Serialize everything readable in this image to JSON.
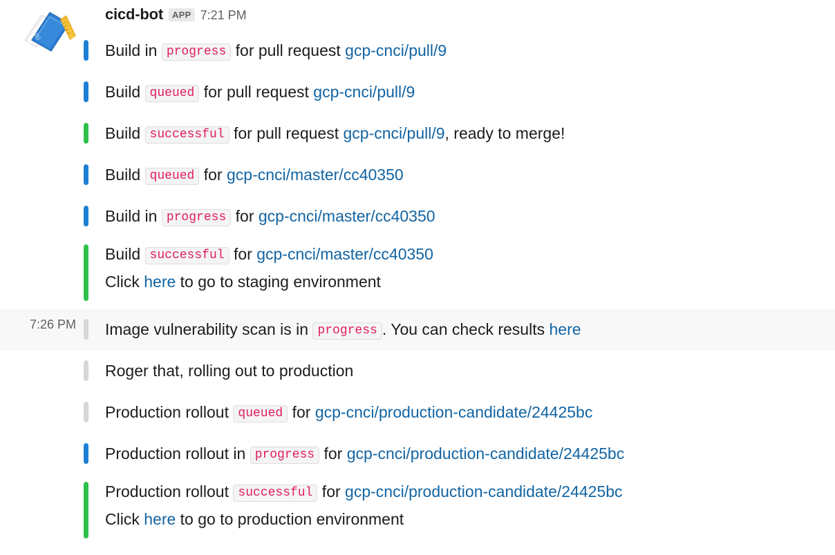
{
  "header": {
    "username": "cicd-bot",
    "app_badge": "APP",
    "time": "7:21 PM",
    "avatar_icon": "notebook-emoji"
  },
  "colors": {
    "bar_blue": "#1d7fd4",
    "bar_green": "#2fc14c",
    "bar_gray": "#d6d6d6",
    "link": "#1264a3",
    "code_text": "#e01e5a",
    "code_bg": "#f4f4f4",
    "highlight_bg": "#f8f8f8",
    "text": "#1d1c1d",
    "meta_text": "#616061"
  },
  "messages": [
    {
      "id": "build-in-progress-pr",
      "bar": "blue",
      "time": "",
      "highlight": false,
      "lines": [
        [
          {
            "t": "text",
            "v": "Build in "
          },
          {
            "t": "code",
            "v": "progress"
          },
          {
            "t": "text",
            "v": " for pull request "
          },
          {
            "t": "link",
            "v": "gcp-cnci/pull/9"
          }
        ]
      ]
    },
    {
      "id": "build-queued-pr",
      "bar": "blue",
      "time": "",
      "highlight": false,
      "lines": [
        [
          {
            "t": "text",
            "v": "Build "
          },
          {
            "t": "code",
            "v": "queued"
          },
          {
            "t": "text",
            "v": " for pull request "
          },
          {
            "t": "link",
            "v": "gcp-cnci/pull/9"
          }
        ]
      ]
    },
    {
      "id": "build-successful-pr",
      "bar": "green",
      "time": "",
      "highlight": false,
      "lines": [
        [
          {
            "t": "text",
            "v": "Build "
          },
          {
            "t": "code",
            "v": "successful"
          },
          {
            "t": "text",
            "v": " for pull request "
          },
          {
            "t": "link",
            "v": "gcp-cnci/pull/9"
          },
          {
            "t": "text",
            "v": ", ready to merge!"
          }
        ]
      ]
    },
    {
      "id": "build-queued-master",
      "bar": "blue",
      "time": "",
      "highlight": false,
      "lines": [
        [
          {
            "t": "text",
            "v": "Build "
          },
          {
            "t": "code",
            "v": "queued"
          },
          {
            "t": "text",
            "v": " for "
          },
          {
            "t": "link",
            "v": "gcp-cnci/master/cc40350"
          }
        ]
      ]
    },
    {
      "id": "build-in-progress-master",
      "bar": "blue",
      "time": "",
      "highlight": false,
      "lines": [
        [
          {
            "t": "text",
            "v": "Build in "
          },
          {
            "t": "code",
            "v": "progress"
          },
          {
            "t": "text",
            "v": " for "
          },
          {
            "t": "link",
            "v": "gcp-cnci/master/cc40350"
          }
        ]
      ]
    },
    {
      "id": "build-successful-master",
      "bar": "green",
      "time": "",
      "highlight": false,
      "lines": [
        [
          {
            "t": "text",
            "v": "Build "
          },
          {
            "t": "code",
            "v": "successful"
          },
          {
            "t": "text",
            "v": " for "
          },
          {
            "t": "link",
            "v": "gcp-cnci/master/cc40350"
          }
        ],
        [
          {
            "t": "text",
            "v": "Click "
          },
          {
            "t": "link",
            "v": "here"
          },
          {
            "t": "text",
            "v": " to go to staging environment"
          }
        ]
      ]
    },
    {
      "id": "vulnerability-scan",
      "bar": "gray",
      "time": "7:26 PM",
      "highlight": true,
      "lines": [
        [
          {
            "t": "text",
            "v": "Image vulnerability scan is in "
          },
          {
            "t": "code",
            "v": "progress"
          },
          {
            "t": "text",
            "v": ". You can check results "
          },
          {
            "t": "link",
            "v": "here"
          }
        ]
      ]
    },
    {
      "id": "roger-that",
      "bar": "gray",
      "time": "",
      "highlight": false,
      "lines": [
        [
          {
            "t": "text",
            "v": "Roger that, rolling out to production"
          }
        ]
      ]
    },
    {
      "id": "rollout-queued",
      "bar": "gray",
      "time": "",
      "highlight": false,
      "lines": [
        [
          {
            "t": "text",
            "v": "Production rollout "
          },
          {
            "t": "code",
            "v": "queued"
          },
          {
            "t": "text",
            "v": " for "
          },
          {
            "t": "link",
            "v": "gcp-cnci/production-candidate/24425bc"
          }
        ]
      ]
    },
    {
      "id": "rollout-in-progress",
      "bar": "blue",
      "time": "",
      "highlight": false,
      "lines": [
        [
          {
            "t": "text",
            "v": "Production rollout in "
          },
          {
            "t": "code",
            "v": "progress"
          },
          {
            "t": "text",
            "v": " for "
          },
          {
            "t": "link",
            "v": "gcp-cnci/production-candidate/24425bc"
          }
        ]
      ]
    },
    {
      "id": "rollout-successful",
      "bar": "green",
      "time": "",
      "highlight": false,
      "lines": [
        [
          {
            "t": "text",
            "v": "Production rollout "
          },
          {
            "t": "code",
            "v": "successful"
          },
          {
            "t": "text",
            "v": " for "
          },
          {
            "t": "link",
            "v": "gcp-cnci/production-candidate/24425bc"
          }
        ],
        [
          {
            "t": "text",
            "v": "Click "
          },
          {
            "t": "link",
            "v": "here"
          },
          {
            "t": "text",
            "v": " to go to production environment"
          }
        ]
      ]
    }
  ]
}
